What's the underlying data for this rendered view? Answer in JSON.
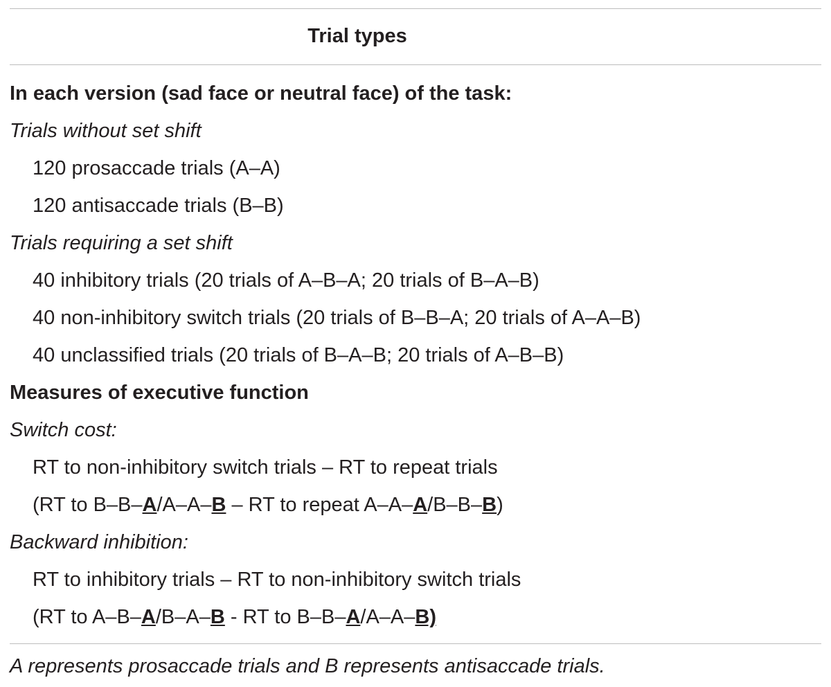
{
  "header": "Trial types",
  "section1": {
    "heading": "In each version (sad face or neutral face) of the task:",
    "group1": {
      "label": "Trials without set shift",
      "items": [
        "120 prosaccade trials (A–A)",
        "120 antisaccade trials (B–B)"
      ]
    },
    "group2": {
      "label": "Trials requiring a set shift",
      "items": [
        "40 inhibitory trials (20 trials of A–B–A; 20 trials of B–A–B)",
        "40 non-inhibitory switch trials (20 trials of B–B–A; 20 trials of A–A–B)",
        "40 unclassified trials (20 trials of B–A–B; 20 trials of A–B–B)"
      ]
    }
  },
  "section2": {
    "heading": "Measures of executive function",
    "switch_cost": {
      "label": "Switch cost:",
      "formula": "RT to non-inhibitory switch trials – RT to repeat trials",
      "detail": {
        "p1": "(RT to B–B–",
        "b1": "A",
        "p2": "/A–A–",
        "b2": "B",
        "p3": " – RT to repeat A–A–",
        "b3": "A",
        "p4": "/B–B–",
        "b4": "B",
        "p5": ")"
      }
    },
    "backward_inhibition": {
      "label": "Backward inhibition:",
      "formula": "RT to inhibitory trials – RT to non-inhibitory switch trials",
      "detail": {
        "p1": "(RT to A–B–",
        "b1": "A",
        "p2": "/B–A–",
        "b2": "B",
        "p3": " - RT to B–B–",
        "b3": "A",
        "p4": "/A–A–",
        "b4": "B)"
      }
    }
  },
  "footnote": "A represents prosaccade trials and B represents antisaccade trials."
}
